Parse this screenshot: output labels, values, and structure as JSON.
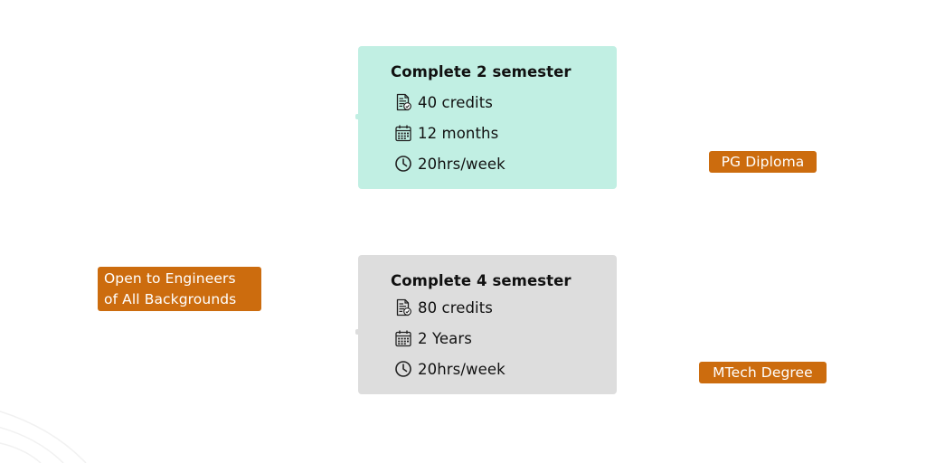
{
  "colors": {
    "card_pg_bg": "#c1efe3",
    "card_mtech_bg": "#dddddd",
    "tag_bg": "#cc6c0e",
    "tag_text": "#ffffff",
    "text": "#111111"
  },
  "eligibility_tag": {
    "lines": [
      "Open to Engineers",
      "of All Backgrounds"
    ]
  },
  "programs": [
    {
      "title": "Complete 2 semester",
      "details": [
        {
          "icon": "credits-document-icon",
          "text": "40 credits"
        },
        {
          "icon": "calendar-icon",
          "text": "12 months"
        },
        {
          "icon": "clock-icon",
          "text": "20hrs/week"
        }
      ],
      "outcome": "PG Diploma"
    },
    {
      "title": "Complete 4 semester",
      "details": [
        {
          "icon": "credits-document-icon",
          "text": "80 credits"
        },
        {
          "icon": "calendar-icon",
          "text": "2 Years"
        },
        {
          "icon": "clock-icon",
          "text": "20hrs/week"
        }
      ],
      "outcome": "MTech Degree"
    }
  ]
}
